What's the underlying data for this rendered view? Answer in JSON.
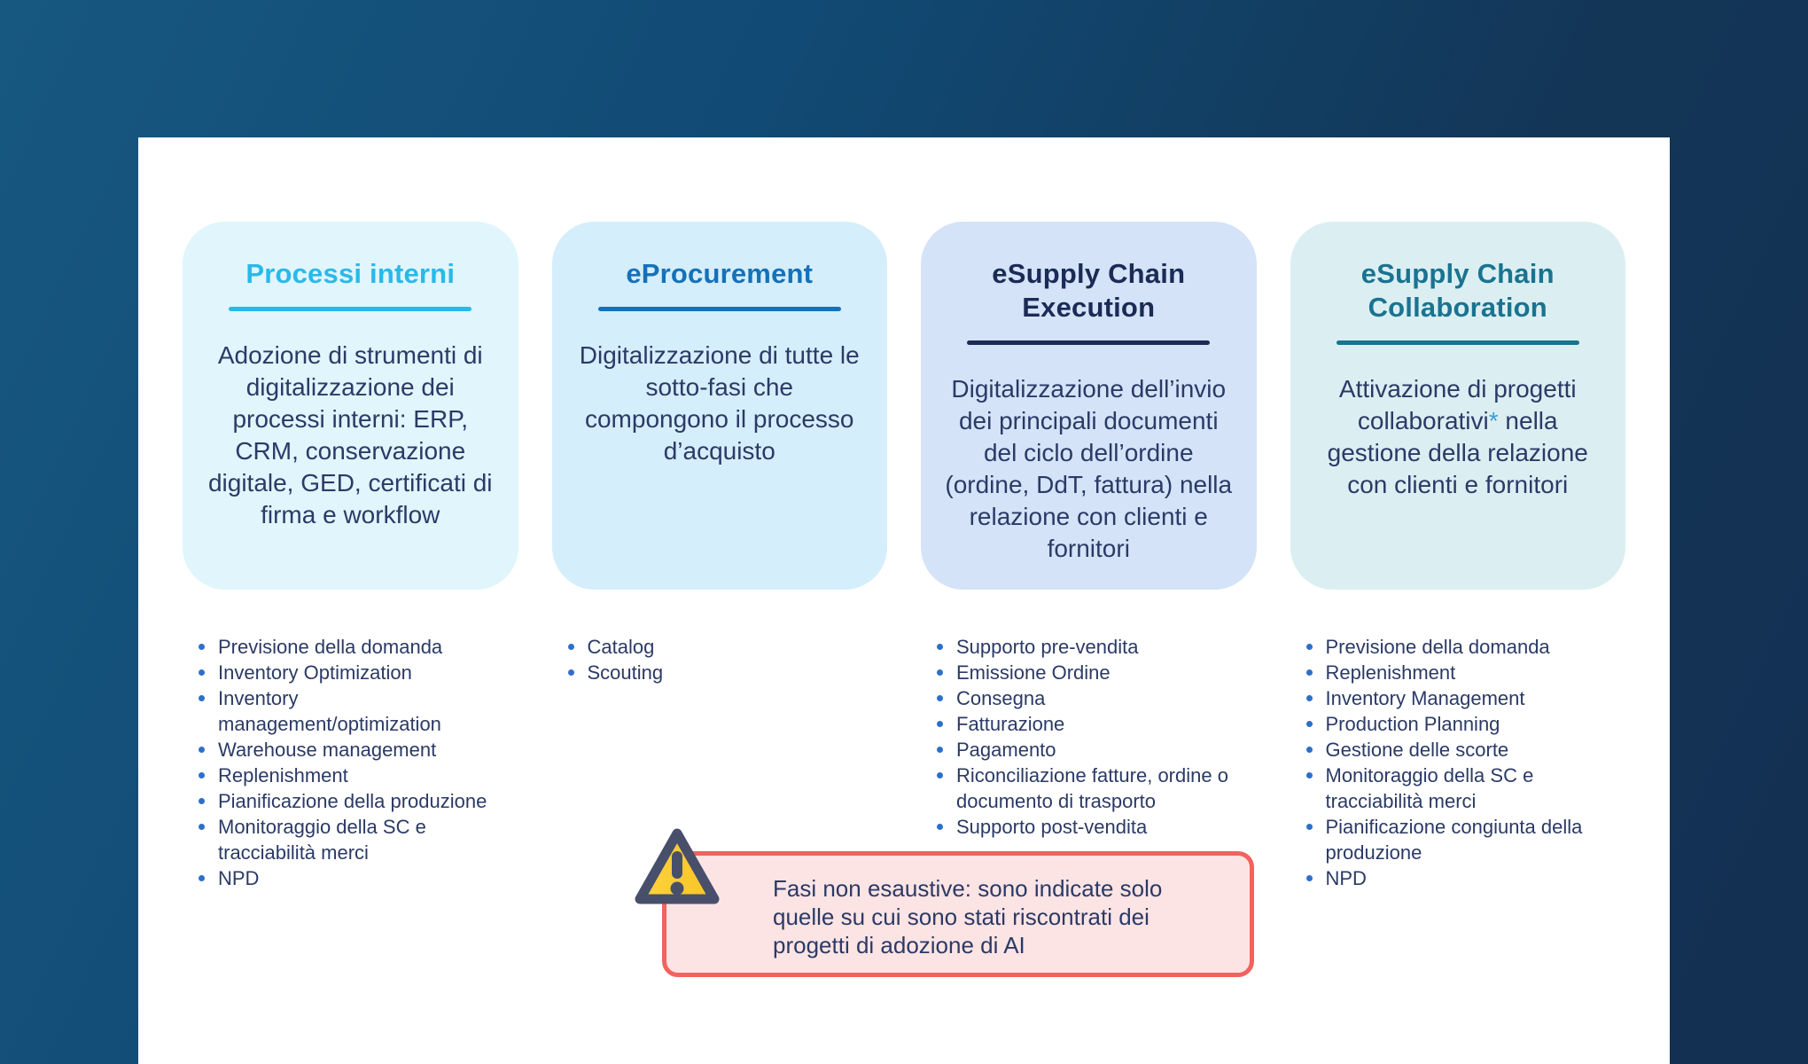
{
  "slide": {
    "background_page": "#133657",
    "background_slide": "#ffffff"
  },
  "columns": [
    {
      "id": "processi-interni",
      "title": "Processi interni",
      "accent": "#29b9e9",
      "card_bg": "#e0f5fc",
      "description": "Adozione di strumenti di digitalizzazione dei processi interni: ERP, CRM, conservazione digitale, GED, certificati di firma e workflow",
      "bullets": [
        "Previsione della domanda",
        "Inventory Optimization",
        "Inventory management/optimization",
        "Warehouse management",
        "Replenishment",
        "Pianificazione della produzione",
        "Monitoraggio della SC e tracciabilità merci",
        "NPD"
      ]
    },
    {
      "id": "eprocurement",
      "title": "eProcurement",
      "accent": "#1571b8",
      "card_bg": "#d5eefb",
      "description": "Digitalizzazione di tutte le sotto-fasi che compongono il processo d’acquisto",
      "bullets": [
        "Catalog",
        "Scouting"
      ]
    },
    {
      "id": "esupply-chain-execution",
      "title": "eSupply Chain Execution",
      "accent": "#1b2b56",
      "card_bg": "#d5e3f8",
      "description": "Digitalizzazione dell’invio dei principali documenti del ciclo dell’ordine (ordine, DdT, fattura) nella relazione con clienti e fornitori",
      "bullets": [
        "Supporto pre-vendita",
        "Emissione Ordine",
        "Consegna",
        "Fatturazione",
        "Pagamento",
        "Riconciliazione fatture, ordine o documento di trasporto",
        "Supporto post-vendita"
      ]
    },
    {
      "id": "esupply-chain-collaboration",
      "title": "eSupply Chain Collaboration",
      "accent": "#1a7390",
      "card_bg": "#dbeff2",
      "description_pre": "Attivazione di progetti collaborativi",
      "asterisk": "*",
      "description_post": " nella gestione della relazione con clienti e fornitori",
      "bullets": [
        "Previsione della domanda",
        "Replenishment",
        "Inventory Management",
        "Production Planning",
        "Gestione delle scorte",
        "Monitoraggio della SC e tracciabilità merci",
        "Pianificazione congiunta della produzione",
        "NPD"
      ]
    }
  ],
  "note": {
    "text": "Fasi non esaustive: sono indicate solo quelle su cui sono stati riscontrati dei progetti di adozione di AI",
    "border_color": "#f2625e",
    "bg_color": "#fce4e4",
    "text_color": "#2b3a66",
    "icon": "warning-triangle",
    "icon_fill": "#f8c526",
    "icon_outline": "#474f6b"
  }
}
